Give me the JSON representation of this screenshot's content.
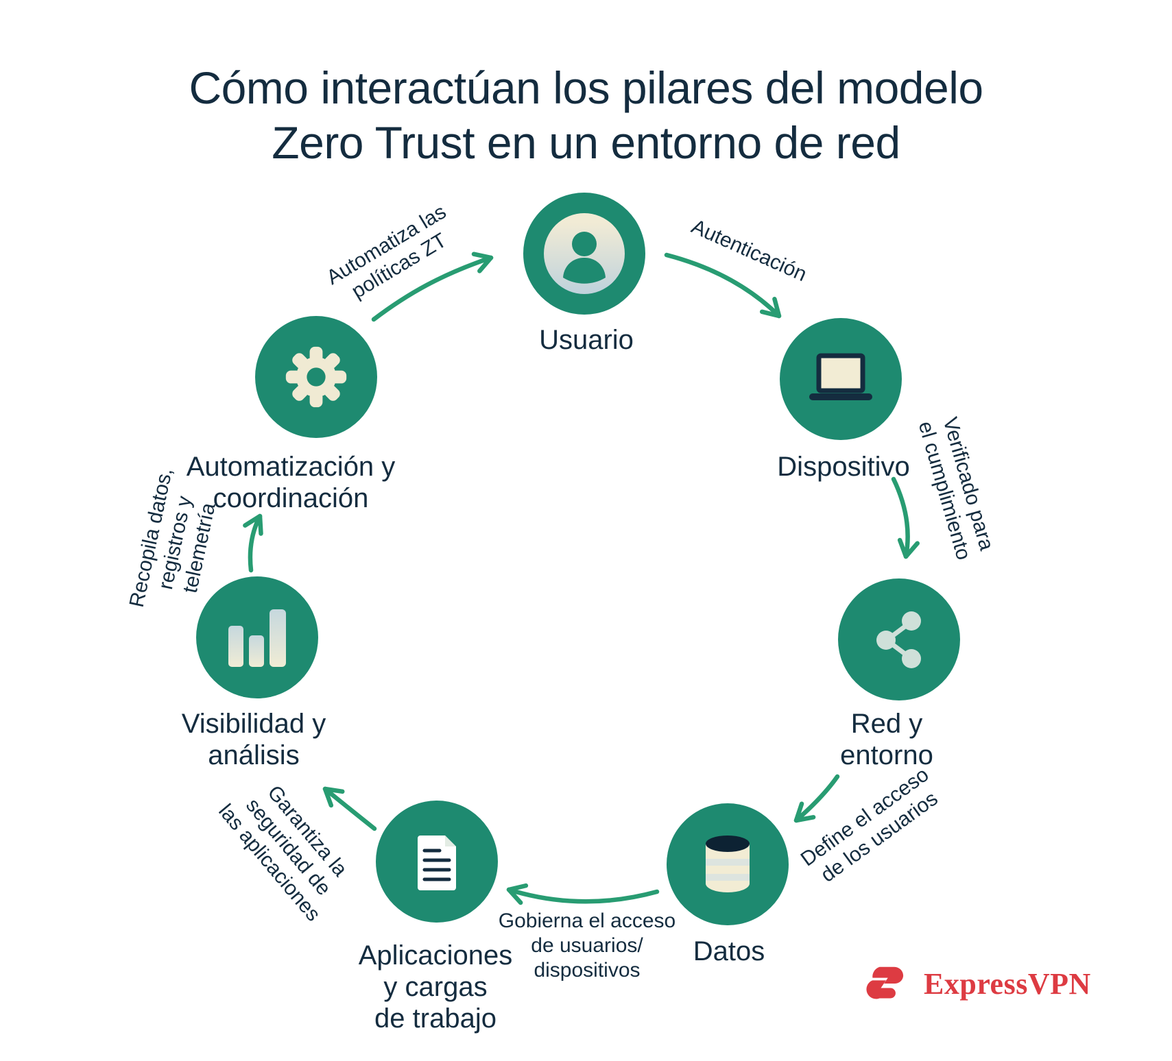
{
  "title": {
    "lines": [
      "Cómo interactúan los pilares del modelo",
      "Zero Trust en un entorno de red"
    ]
  },
  "nodes": {
    "usuario": {
      "label_lines": [
        "Usuario"
      ],
      "icon": "user-icon"
    },
    "dispositivo": {
      "label_lines": [
        "Dispositivo"
      ],
      "icon": "laptop-icon"
    },
    "red": {
      "label_lines": [
        "Red y",
        "entorno"
      ],
      "icon": "network-share-icon"
    },
    "datos": {
      "label_lines": [
        "Datos"
      ],
      "icon": "database-icon"
    },
    "aplicaciones": {
      "label_lines": [
        "Aplicaciones",
        "y cargas",
        "de trabajo"
      ],
      "icon": "document-icon"
    },
    "visibilidad": {
      "label_lines": [
        "Visibilidad y",
        "análisis"
      ],
      "icon": "bar-chart-icon"
    },
    "automatizacion": {
      "label_lines": [
        "Automatización y",
        "coordinación"
      ],
      "icon": "gear-icon"
    }
  },
  "edges": {
    "automatiza": {
      "lines": [
        "Automatiza las",
        "políticas ZT"
      ]
    },
    "autenticacion": {
      "lines": [
        "Autenticación"
      ]
    },
    "verificado": {
      "lines": [
        "Verificado para",
        "el cumplimiento"
      ]
    },
    "define": {
      "lines": [
        "Define el acceso",
        "de los usuarios"
      ]
    },
    "gobierna": {
      "lines": [
        "Gobierna el acceso",
        "de usuarios/",
        "dispositivos"
      ]
    },
    "garantiza": {
      "lines": [
        "Garantiza la",
        "seguridad de",
        "las aplicaciones"
      ]
    },
    "recopila": {
      "lines": [
        "Recopila datos,",
        "registros y",
        "telemetría"
      ]
    }
  },
  "branding": {
    "logo_text": "ExpressVPN"
  },
  "colors": {
    "background": "#ffffff",
    "node_green": "#1e8a70",
    "arrow_green": "#289c72",
    "text_navy": "#142c3f",
    "icon_cream": "#f0ead3",
    "icon_light_blue": "#c3d3dc",
    "logo_red": "#dd3b42"
  }
}
